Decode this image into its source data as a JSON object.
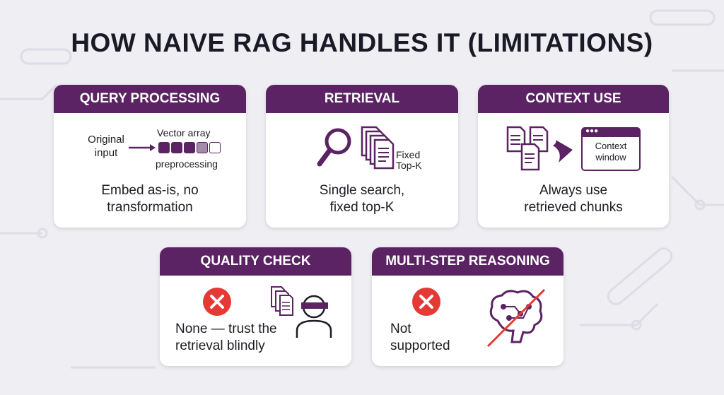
{
  "title": "HOW NAIVE RAG HANDLES IT (LIMITATIONS)",
  "colors": {
    "accent": "#5b2363",
    "error": "#e53935"
  },
  "cards": [
    {
      "header": "QUERY PROCESSING",
      "label_input": "Original input",
      "label_vector": "Vector array",
      "label_pre": "preprocessing",
      "caption_1": "Embed as-is, no",
      "caption_2": "transformation"
    },
    {
      "header": "RETRIEVAL",
      "label_fixed": "Fixed",
      "label_topk": "Top-K",
      "caption_1": "Single search,",
      "caption_2": "fixed top-K"
    },
    {
      "header": "CONTEXT USE",
      "label_ctx1": "Context",
      "label_ctx2": "window",
      "caption_1": "Always use",
      "caption_2": "retrieved chunks"
    },
    {
      "header": "QUALITY CHECK",
      "caption_1": "None — trust the",
      "caption_2": "retrieval blindly"
    },
    {
      "header": "MULTI-STEP REASONING",
      "caption_1": "Not",
      "caption_2": "supported"
    }
  ]
}
